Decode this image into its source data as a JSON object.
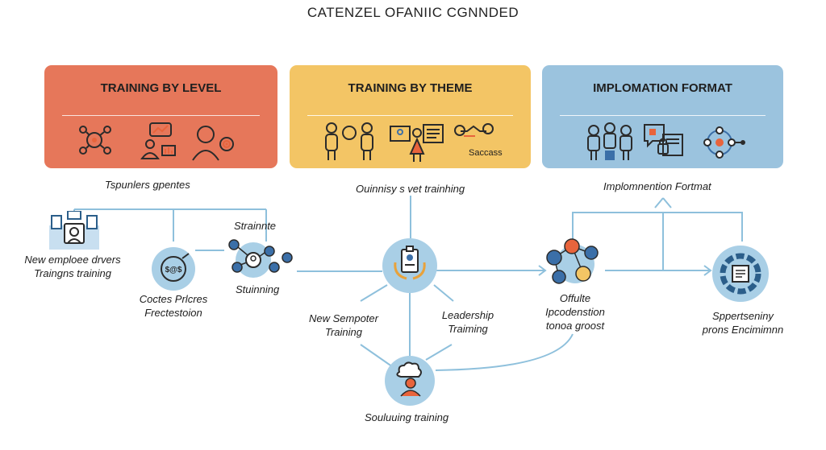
{
  "title": "CATENZEL OFANIIC CGNNDED",
  "cards": {
    "level": {
      "title": "TRAINING BY LEVEL"
    },
    "theme": {
      "title": "TRAINING BY THEME",
      "icon_caption": "Saccass"
    },
    "format": {
      "title": "IMPLOMATION FORMAT"
    }
  },
  "labels": {
    "level_group": "Tspunlers gpentes",
    "theme_group": "Ouinnisy s vet trainhing",
    "format_group": "Implomnention Fortmat",
    "new_employee": "New emploee drvers\nTraingns training",
    "coctes": "Coctes Prlcres\nFrectestoion",
    "strainnte": "Strainnte",
    "stuinning": "Stuinning",
    "new_sempoter": "New Sempoter\nTraining",
    "leadership": "Leadership\nTraiming",
    "souluuing": "Souluuing training",
    "offulte": "Offulte\nIpcodenstion\ntonoa groost",
    "sppertseniny": "Sppertseniny\nprons Encimimnn"
  },
  "colors": {
    "level": "#e6775a",
    "theme": "#f3c565",
    "format": "#9bc3de",
    "node": "#a9cfe6",
    "line": "#8ec0dc",
    "icon_orange": "#e8643c",
    "icon_dark": "#2b2b2b",
    "icon_blue": "#3b6fa8"
  },
  "icons": [
    "team-network-icon",
    "presenter-chart-icon",
    "person-target-icon",
    "group-people-icon",
    "presentation-board-icon",
    "handshake-icon",
    "team-structure-icon",
    "chat-documents-icon",
    "cycle-network-icon",
    "computer-user-icon",
    "money-face-icon",
    "network-hub-icon",
    "id-badge-hands-icon",
    "thinking-person-icon",
    "molecule-nodes-icon",
    "process-gear-icon"
  ]
}
